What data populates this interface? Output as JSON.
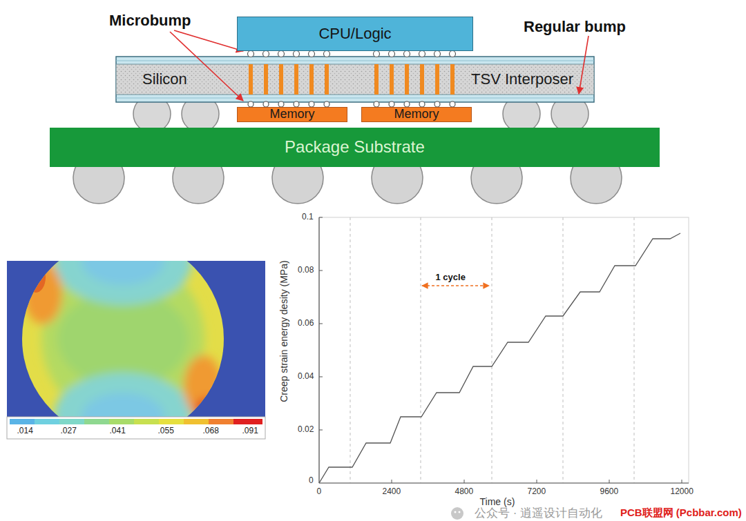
{
  "diagram": {
    "nodes": [
      {
        "text": [
          "CPU/Logic"
        ]
      },
      {
        "text": [
          "Silicon",
          "TSV Interposer"
        ]
      },
      {
        "text": [
          "Memory"
        ]
      },
      {
        "text": [
          "Memory"
        ]
      },
      {
        "text": [
          "Package Substrate"
        ]
      }
    ],
    "labels": [
      "Microbump",
      "Regular bump",
      ".014",
      ".027",
      ".041",
      ".055",
      ".068",
      ".091",
      "Creep strain energy desity (MPa)",
      "1 cycle",
      "0.1",
      "0.08",
      "0.06",
      "0.04",
      "0.02",
      "0",
      "0",
      "2400",
      "4800",
      "7200",
      "9600",
      "12000",
      "Time (s)",
      "公众号 · 逍遥设计自动化",
      "PCB联盟网 (Pcbbar.com)"
    ]
  }
}
